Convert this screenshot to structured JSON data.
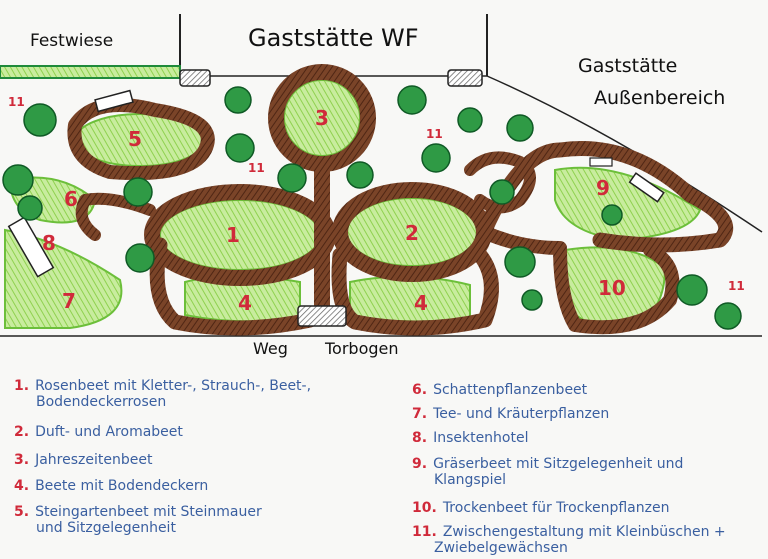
{
  "map": {
    "labels": {
      "festwiese": "Festwiese",
      "gaststaette_wf": "Gaststätte WF",
      "gaststaette_aussen_line1": "Gaststätte",
      "gaststaette_aussen_line2": "Außenbereich",
      "weg": "Weg",
      "torbogen": "Torbogen"
    },
    "bed_numbers": {
      "b1": "1",
      "b2": "2",
      "b3": "3",
      "b4a": "4",
      "b4b": "4",
      "b5": "5",
      "b6": "6",
      "b7": "7",
      "b8": "8",
      "b9": "9",
      "b10": "10",
      "b11a": "11",
      "b11b": "11",
      "b11c": "11",
      "b11d": "11"
    },
    "colors": {
      "path": "#6b3a22",
      "lightgreen": "#8fd14f",
      "darkgreen": "#1f8a3a",
      "red": "#d02a3a",
      "blue": "#3a5fa0"
    }
  },
  "legend": [
    {
      "num": "1.",
      "text": "Rosenbeet mit Kletter-, Strauch-, Beet-,",
      "text2": "Bodendeckerrosen"
    },
    {
      "num": "2.",
      "text": "Duft- und Aromabeet"
    },
    {
      "num": "3.",
      "text": "Jahreszeitenbeet"
    },
    {
      "num": "4.",
      "text": "Beete mit Bodendeckern"
    },
    {
      "num": "5.",
      "text": "Steingartenbeet mit Steinmauer",
      "text2": "und Sitzgelegenheit"
    },
    {
      "num": "6.",
      "text": "Schattenpflanzenbeet"
    },
    {
      "num": "7.",
      "text": "Tee- und Kräuterpflanzen"
    },
    {
      "num": "8.",
      "text": "Insektenhotel"
    },
    {
      "num": "9.",
      "text": "Gräserbeet mit Sitzgelegenheit und",
      "text2": "Klangspiel"
    },
    {
      "num": "10.",
      "text": "Trockenbeet für Trockenpflanzen"
    },
    {
      "num": "11.",
      "text": "Zwischengestaltung mit Kleinbüschen +",
      "text2": "Zwiebelgewächsen"
    }
  ]
}
